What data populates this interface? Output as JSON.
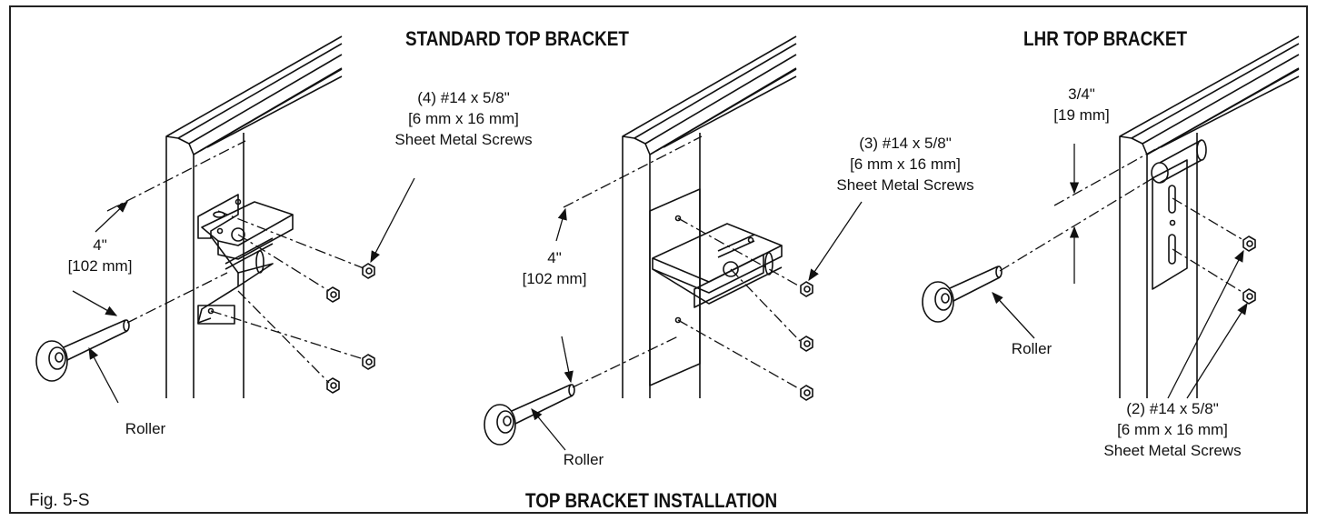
{
  "headings": {
    "standard": "STANDARD TOP BRACKET",
    "lhr": "LHR TOP BRACKET",
    "main": "TOP BRACKET INSTALLATION",
    "fig": "Fig. 5-S"
  },
  "left_view": {
    "screws": [
      "(4) #14 x 5/8\"",
      "[6 mm x 16 mm]",
      "Sheet Metal Screws"
    ],
    "dimension": [
      "4\"",
      "[102 mm]"
    ],
    "roller": "Roller"
  },
  "middle_view": {
    "screws": [
      "(3) #14 x 5/8\"",
      "[6 mm x 16 mm]",
      "Sheet Metal Screws"
    ],
    "dimension": [
      "4\"",
      "[102 mm]"
    ],
    "roller": "Roller"
  },
  "right_view": {
    "dimension": [
      "3/4\"",
      "[19 mm]"
    ],
    "screws": [
      "(2) #14 x 5/8\"",
      "[6 mm x 16 mm]",
      "Sheet Metal Screws"
    ],
    "roller": "Roller"
  },
  "colors": {
    "ink": "#111111",
    "background": "#ffffff"
  }
}
